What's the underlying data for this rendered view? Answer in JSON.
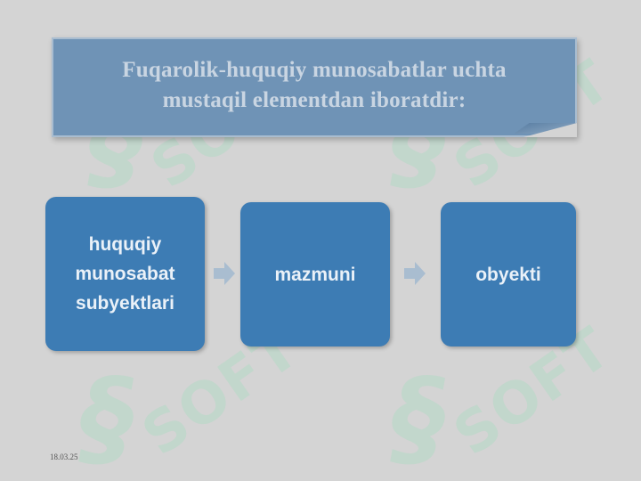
{
  "title": {
    "line1": "Fuqarolik-huquqiy munosabatlar uchta",
    "line2": "mustaqil elementdan iboratdir:"
  },
  "process": {
    "step1": {
      "line1": "huquqiy",
      "line2": "munosabat",
      "line3": "subyektlari"
    },
    "step2": "mazmuni",
    "step3": "obyekti"
  },
  "footer": {
    "time": "18.03.25"
  },
  "watermark": {
    "glyph": "§",
    "word": "SOFT"
  },
  "colors": {
    "background": "#d4d4d4",
    "title_banner": "#6f93b6",
    "title_text": "#c9d5e2",
    "box_fill": "#3d7cb4",
    "box_text": "#eaf1f8",
    "arrow_fill": "#a9bdd0",
    "watermark": "#a0dcbe"
  }
}
